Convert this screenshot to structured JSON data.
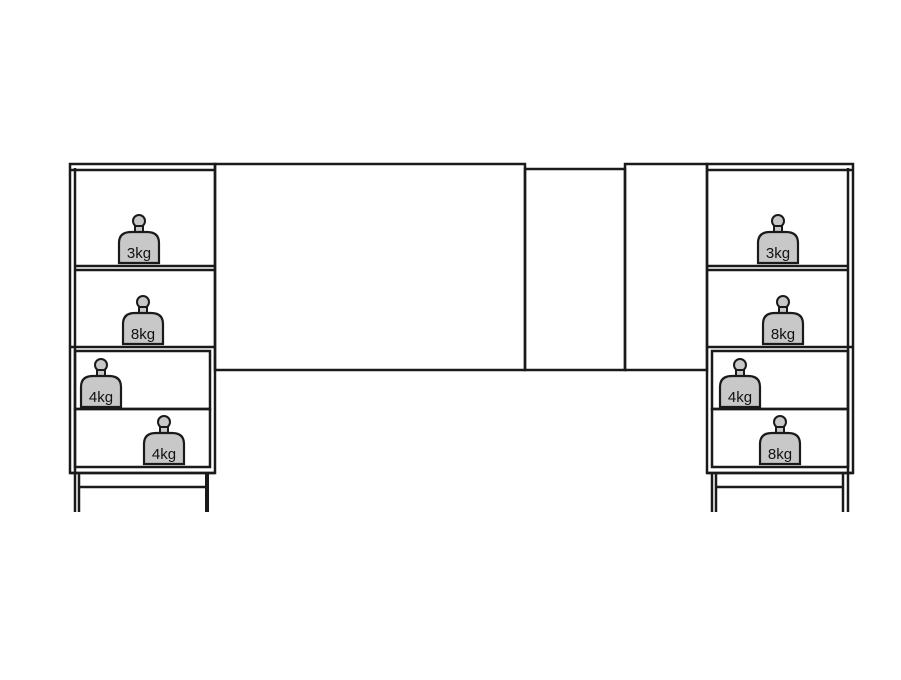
{
  "diagram": {
    "line_color": "#1a1a1a",
    "weight_fill": "#c8c8c8",
    "weight_stroke": "#1a1a1a",
    "label_color": "#111111"
  },
  "left_unit": {
    "weights": [
      {
        "label": "3kg"
      },
      {
        "label": "8kg"
      },
      {
        "label": "4kg"
      },
      {
        "label": "4kg"
      }
    ]
  },
  "right_unit": {
    "weights": [
      {
        "label": "3kg"
      },
      {
        "label": "8kg"
      },
      {
        "label": "4kg"
      },
      {
        "label": "8kg"
      }
    ]
  }
}
